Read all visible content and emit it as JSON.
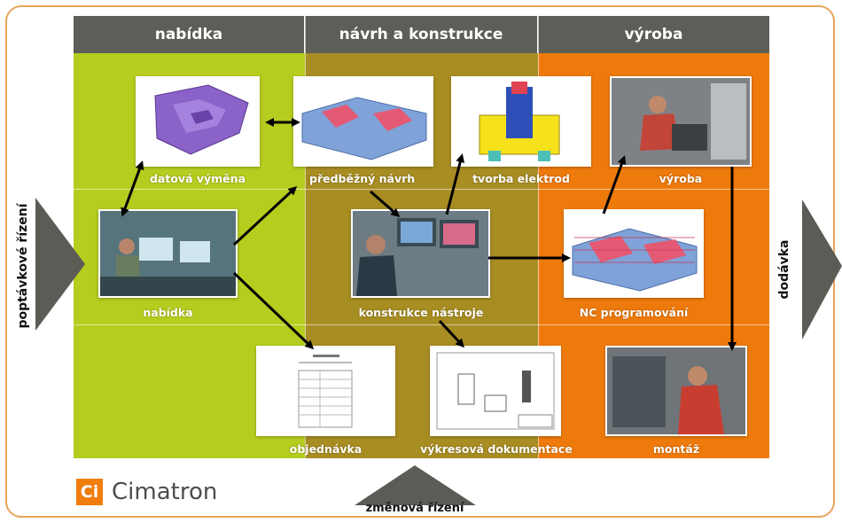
{
  "columns": [
    "nabídka",
    "návrh a konstrukce",
    "výroba"
  ],
  "colors": {
    "green": "#b6cc1f",
    "olive": "#a88d22",
    "orange": "#ee7a0c",
    "header": "#5d5e58",
    "frame": "#e8a45a",
    "arrow": "#5b5c56"
  },
  "nodes": {
    "datova_vymena": "datová výměna",
    "predbezny_navrh": "předběžný návrh",
    "tvorba_elektrod": "tvorba elektrod",
    "vyroba": "výroba",
    "nabidka": "nabídka",
    "konstrukce_nastroje": "konstrukce nástroje",
    "nc_programovani": "NC programování",
    "objednavka": "objednávka",
    "vykresova_dokumentace": "výkresová dokumentace",
    "montaz": "montáž"
  },
  "side": {
    "left": "poptávkové řízení",
    "right": "dodávka",
    "bottom": "změnová řízení"
  },
  "logo": {
    "badge": "Ci",
    "name": "Cimatron"
  }
}
